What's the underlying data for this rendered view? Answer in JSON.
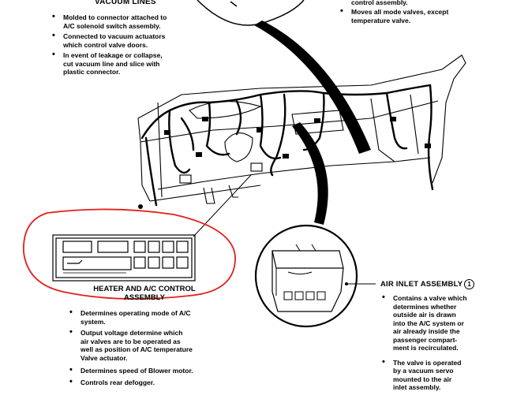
{
  "vacuum_lines": {
    "title": "VACUUM LINES",
    "bullets": [
      [
        "Molded to connector attached to",
        "A/C solenoid switch assembly."
      ],
      [
        "Connected to vacuum actuators",
        "which control valve  doors."
      ],
      [
        "In event of leakage or collapse,",
        "cut vacuum  line and slice with",
        "plastic connector."
      ]
    ]
  },
  "selector": {
    "bullets": [
      [
        "control assembly."
      ],
      [
        "Moves all mode valves, except",
        "temperature valve."
      ]
    ]
  },
  "control_assembly": {
    "title_lines": [
      "HEATER AND A/C CONTROL",
      "ASSEMBLY"
    ],
    "bullets": [
      [
        "Determines operating mode of A/C",
        "system."
      ],
      [
        "Output voltage determine which",
        "air valves are to be operated as",
        "well as position of A/C temperature",
        "Valve actuator."
      ],
      [
        "Determines speed of Blower motor."
      ],
      [
        "Controls rear defogger."
      ]
    ]
  },
  "air_inlet": {
    "title": "AIR INLET ASSEMBLY",
    "callout": "1",
    "bullets": [
      [
        "Contains a valve which",
        "determines whether",
        "outside air is drawn",
        "into the A/C system or",
        "air already inside the",
        "passenger compart-",
        "ment is recirculated."
      ],
      [
        "The valve is operated",
        "by a vacuum servo",
        "mounted to the air",
        "inlet assembly."
      ]
    ]
  },
  "colors": {
    "ink": "#000000",
    "annotation": "#e0201c",
    "paper": "#ffffff"
  }
}
